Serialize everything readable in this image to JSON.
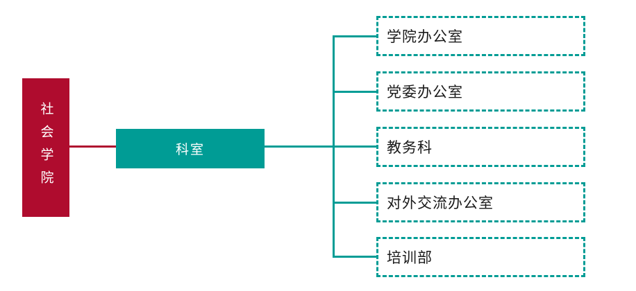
{
  "diagram": {
    "type": "org-chart",
    "root": {
      "label": "社会学院"
    },
    "middle": {
      "label": "科室"
    },
    "children": [
      {
        "label": "学院办公室"
      },
      {
        "label": "党委办公室"
      },
      {
        "label": "教务科"
      },
      {
        "label": "对外交流办公室"
      },
      {
        "label": "培训部"
      }
    ],
    "colors": {
      "root_bg": "#AF0C2E",
      "root_text": "#FFFFFF",
      "accent": "#009C95",
      "child_text": "#1A1A1A",
      "background": "#FFFFFF"
    }
  }
}
